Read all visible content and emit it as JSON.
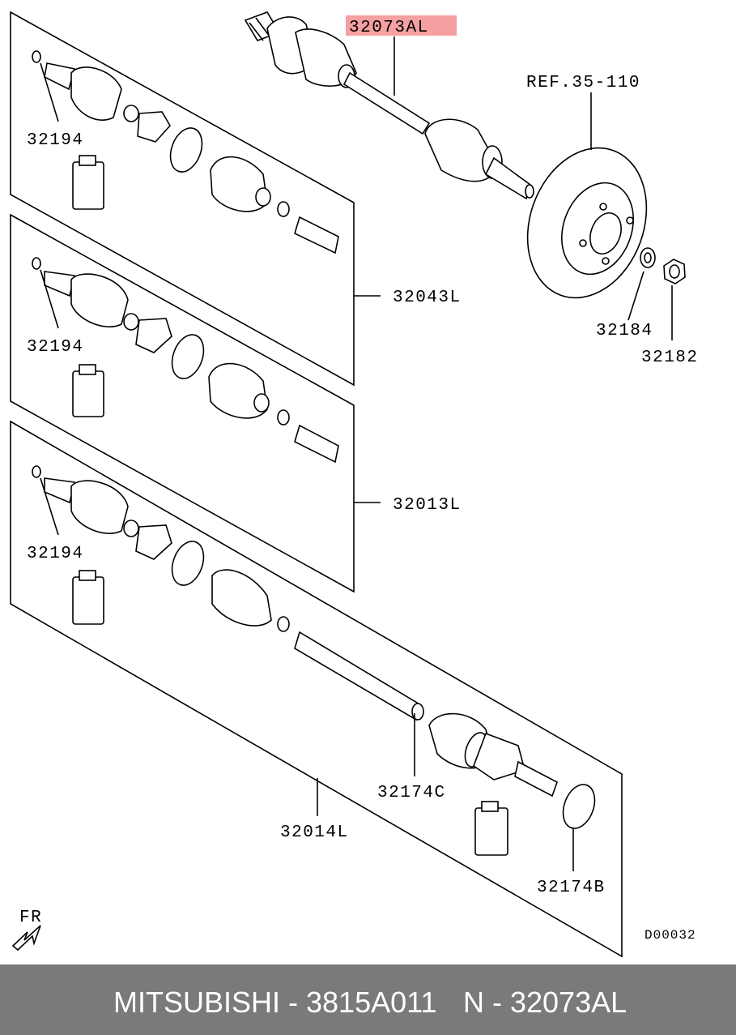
{
  "diagram": {
    "highlight_color": "#f4a0a0",
    "labels": {
      "main_shaft": "32073AL",
      "ref": "REF.35-110",
      "washer": "32184",
      "nut": "32182",
      "kit_a": "32043L",
      "kit_b": "32013L",
      "kit_c": "32014L",
      "circlip_a": "32194",
      "circlip_b": "32194",
      "circlip_c": "32194",
      "band_c": "32174C",
      "band_b": "32174B",
      "front_marker": "FR",
      "drawing_number": "D00032"
    }
  },
  "footer": {
    "background": "#7a7a7a",
    "brand_part": "MITSUBISHI - 3815A011",
    "oem_part": "N - 32073AL"
  }
}
